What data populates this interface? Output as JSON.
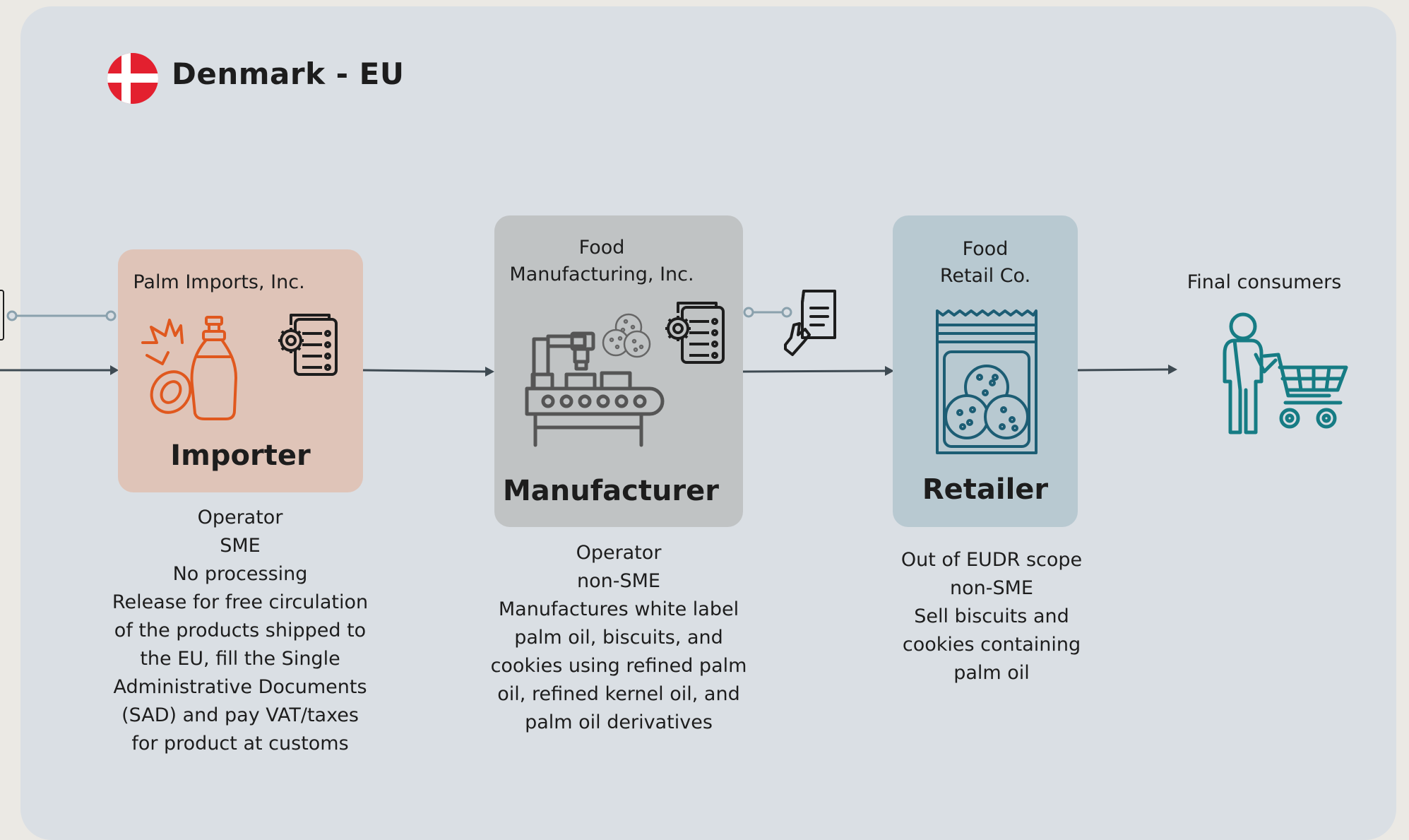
{
  "header": {
    "title": "Denmark - EU"
  },
  "nodes": [
    {
      "company": [
        "Palm Imports, Inc."
      ],
      "role": "Importer",
      "description": [
        "Operator",
        "SME",
        "No processing",
        "Release for free circulation",
        "of the products shipped to",
        "the EU, fill the Single",
        "Administrative Documents",
        "(SAD) and pay VAT/taxes",
        "for product at customs"
      ]
    },
    {
      "company": [
        "Food",
        "Manufacturing, Inc."
      ],
      "role": "Manufacturer",
      "description": [
        "Operator",
        "non-SME",
        "Manufactures white label",
        "palm oil, biscuits, and",
        "cookies using refined palm",
        "oil, refined kernel oil, and",
        "palm oil derivatives"
      ]
    },
    {
      "company": [
        "Food",
        "Retail Co."
      ],
      "role": "Retailer",
      "description": [
        "Out of EUDR scope",
        "non-SME",
        "Sell biscuits and",
        "cookies containing",
        "palm oil"
      ]
    }
  ],
  "final": {
    "label": "Final consumers"
  },
  "colors": {
    "importer_card": "#dfc4b8",
    "manufacturer_card": "#c0c3c4",
    "retailer_card": "#b8c9d1",
    "importer_icon": "#e0581e",
    "retailer_icon": "#1c5d74",
    "consumer_icon": "#167c84",
    "arrow": "#3e4a52",
    "connector": "#8aa1ad",
    "flag_red": "#e3202f"
  },
  "icons": [
    "flag-denmark-icon",
    "palm-fruit-oil-bottle-icon",
    "document-gear-icon",
    "factory-conveyor-icon",
    "cookies-icon",
    "handing-document-icon",
    "cookie-bag-icon",
    "shopper-cart-icon"
  ]
}
